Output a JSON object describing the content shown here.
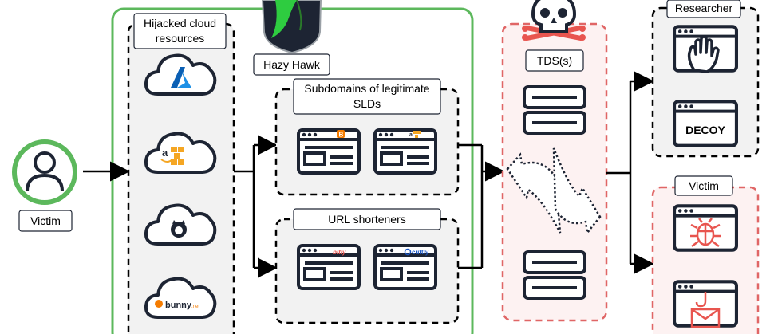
{
  "victim_left": {
    "label": "Victim"
  },
  "hazy_hawk": {
    "label": "Hazy Hawk"
  },
  "cloud_resources": {
    "title_line1": "Hijacked cloud",
    "title_line2": "resources",
    "providers": [
      "azure-icon",
      "aws-icon",
      "github-icon",
      "bunny-icon"
    ],
    "bunny_text": "bunny"
  },
  "subdomains": {
    "title_line1": "Subdomains of legitimate",
    "title_line2": "SLDs"
  },
  "shorteners": {
    "title": "URL shorteners",
    "bitly_text": "bitly",
    "cuttly_text": "cuttly"
  },
  "tds": {
    "label": "TDS(s)"
  },
  "researcher": {
    "label": "Researcher",
    "decoy_text": "DECOY"
  },
  "victim_right": {
    "label": "Victim"
  },
  "colors": {
    "green": "#5cb85c",
    "red_dash": "#e06666",
    "red_fill": "#fdf2f2",
    "grey_fill": "#f2f2f2",
    "dark": "#1d2433",
    "icon_red": "#e8554f"
  }
}
